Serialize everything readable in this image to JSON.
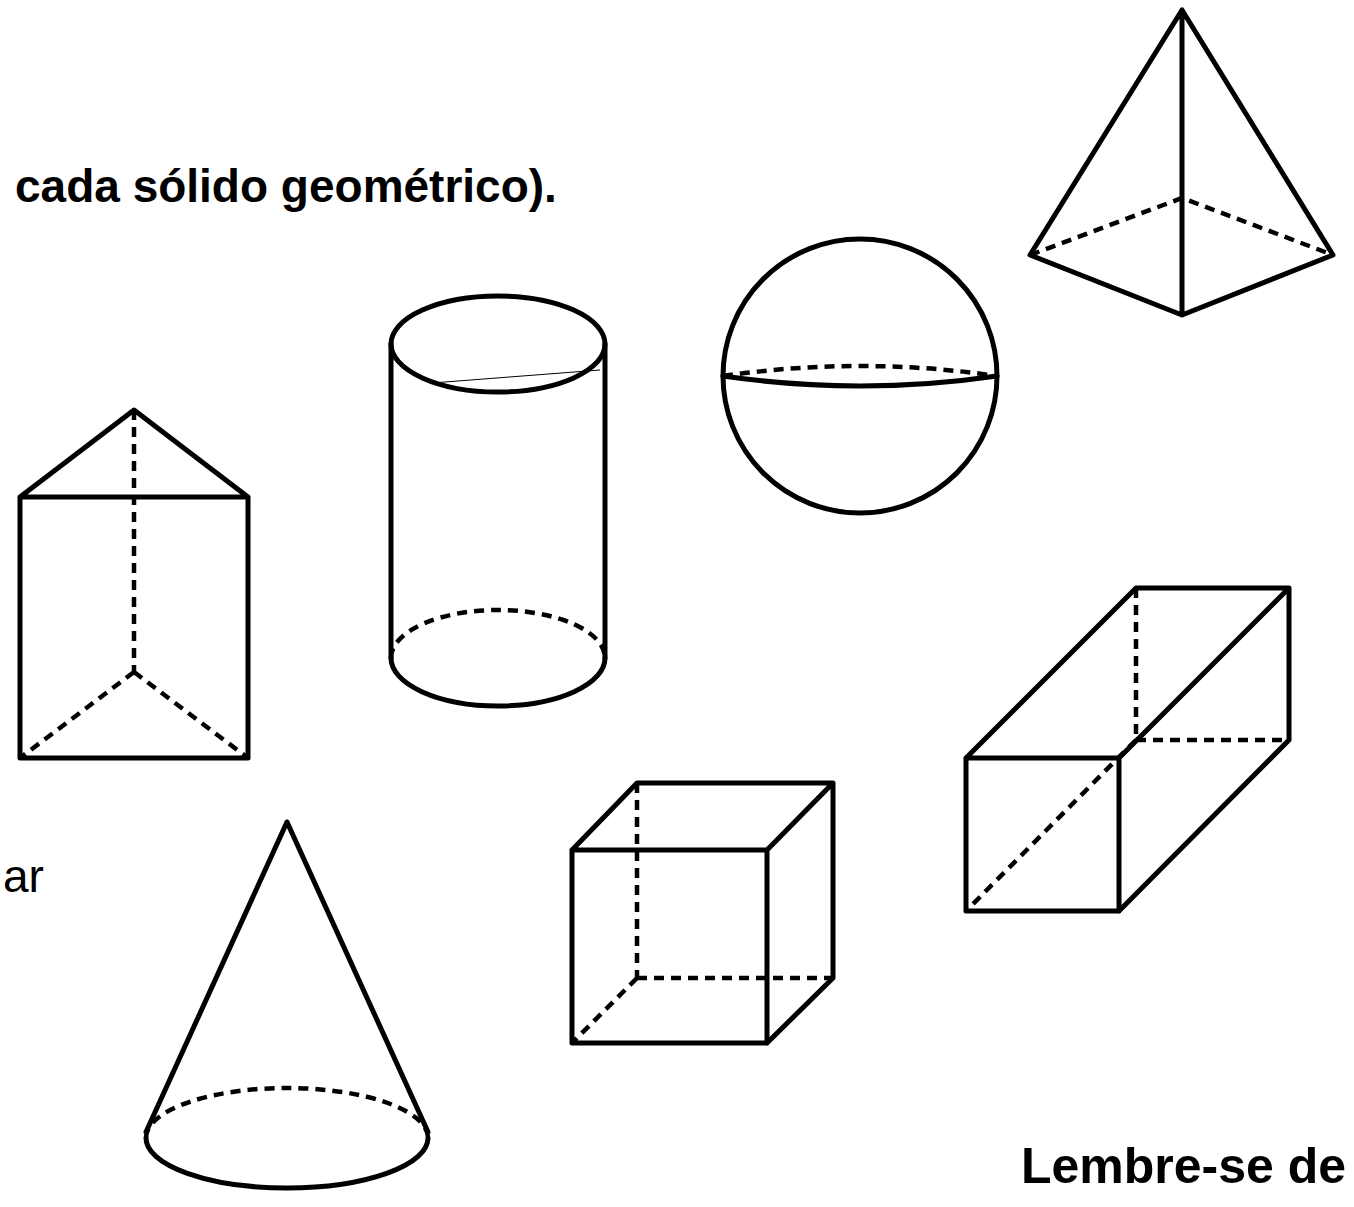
{
  "diagram": {
    "labels": [
      "cada sólido geométrico).",
      "ar",
      "Lembre-se de"
    ]
  }
}
